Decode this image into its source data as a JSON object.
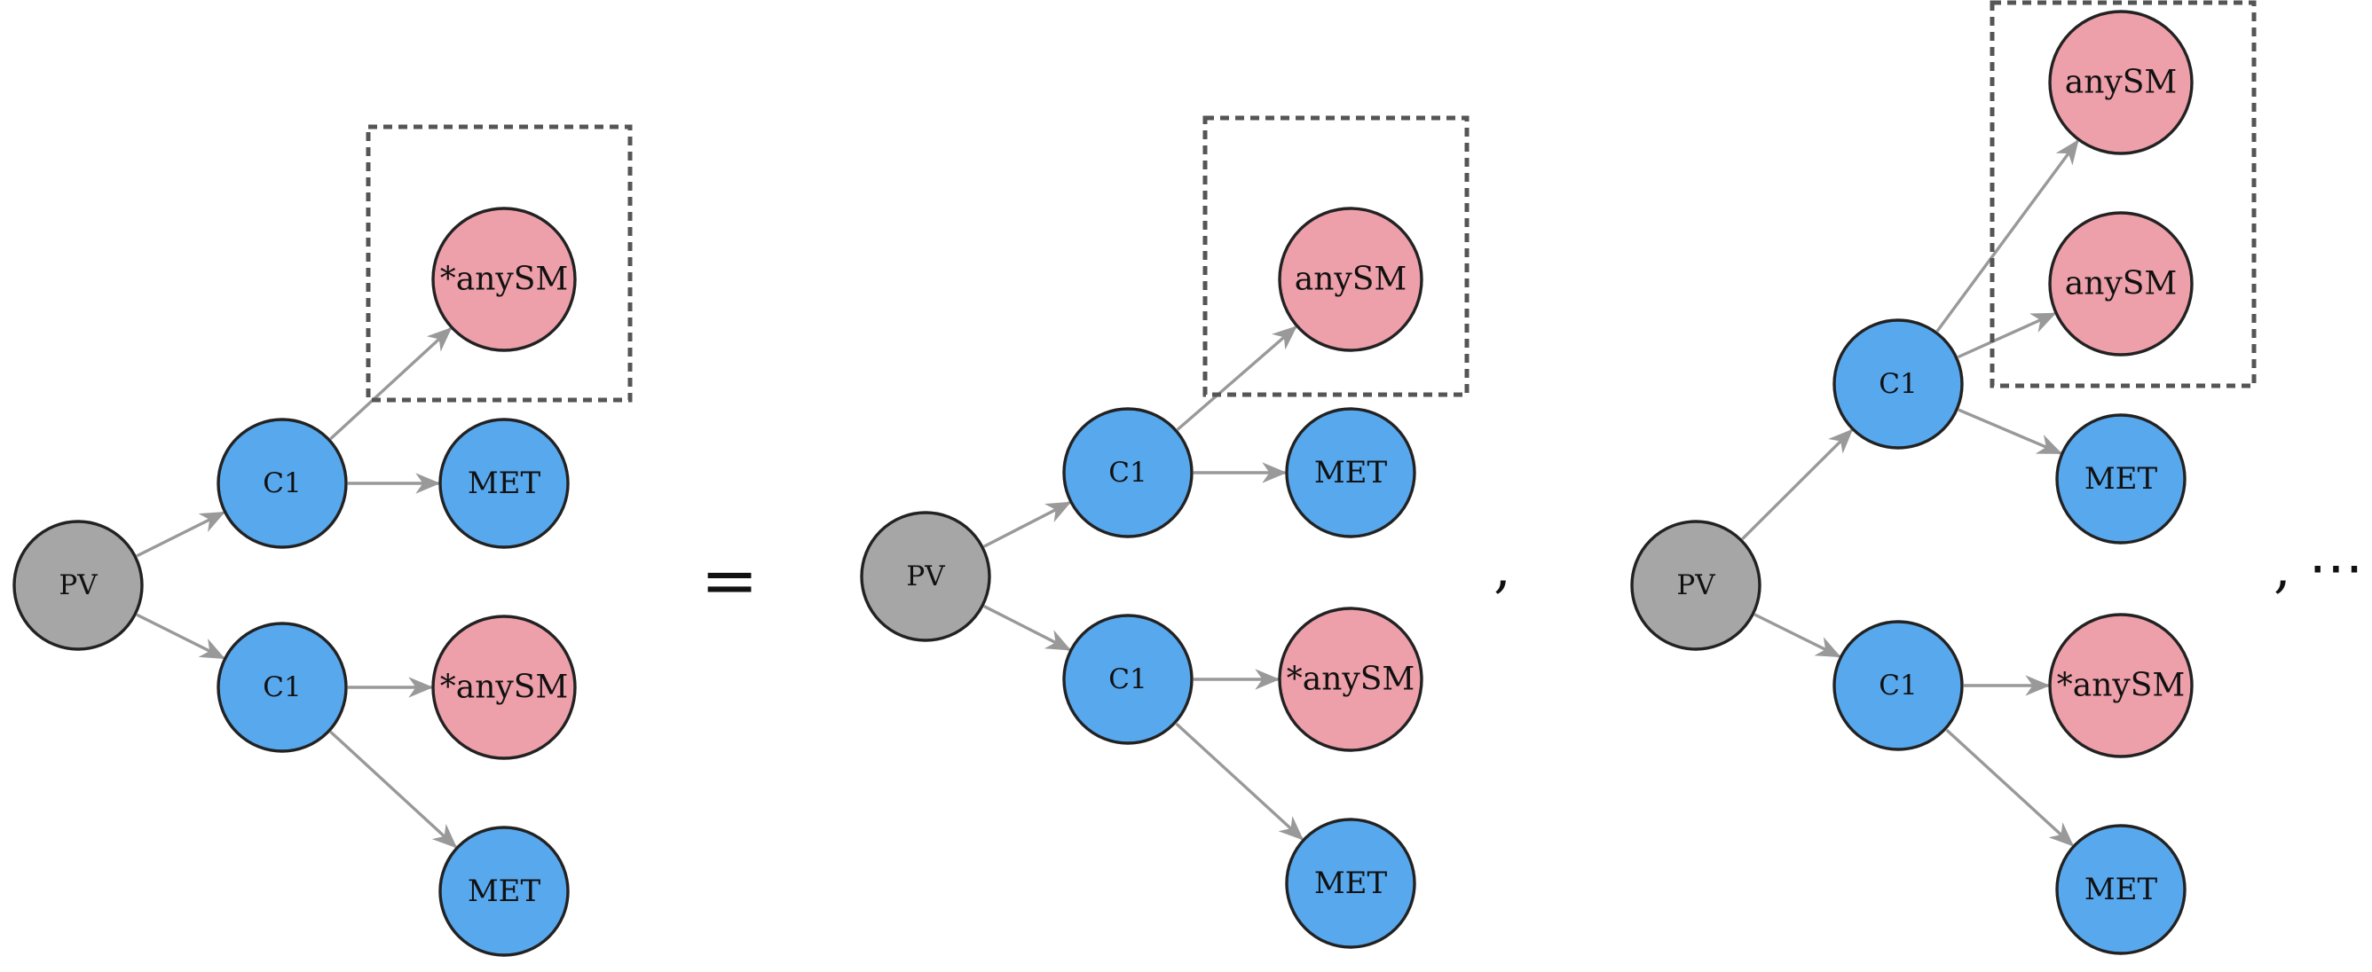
{
  "colors": {
    "pv": "#a6a6a6",
    "c1": "#58a8ee",
    "met": "#58a8ee",
    "anysm": "#eea0aa",
    "edge": "#999999",
    "outline": "#222222"
  },
  "symbols": {
    "equals": "=",
    "comma": ",",
    "comma_ellipsis": ", ⋯"
  },
  "diagrams": [
    {
      "id": "lhs",
      "nodes": [
        {
          "id": "pv",
          "label": "PV",
          "type": "pv"
        },
        {
          "id": "c1a",
          "label": "C1",
          "type": "c1"
        },
        {
          "id": "c1b",
          "label": "C1",
          "type": "c1"
        },
        {
          "id": "sm1",
          "label": "*anySM",
          "type": "anysm"
        },
        {
          "id": "met1",
          "label": "MET",
          "type": "met"
        },
        {
          "id": "sm2",
          "label": "*anySM",
          "type": "anysm"
        },
        {
          "id": "met2",
          "label": "MET",
          "type": "met"
        }
      ],
      "edges": [
        [
          "pv",
          "c1a"
        ],
        [
          "pv",
          "c1b"
        ],
        [
          "c1a",
          "sm1"
        ],
        [
          "c1a",
          "met1"
        ],
        [
          "c1b",
          "sm2"
        ],
        [
          "c1b",
          "met2"
        ]
      ],
      "highlight": [
        "sm1"
      ]
    },
    {
      "id": "rhs1",
      "nodes": [
        {
          "id": "pv",
          "label": "PV",
          "type": "pv"
        },
        {
          "id": "c1a",
          "label": "C1",
          "type": "c1"
        },
        {
          "id": "c1b",
          "label": "C1",
          "type": "c1"
        },
        {
          "id": "sm1",
          "label": "anySM",
          "type": "anysm"
        },
        {
          "id": "met1",
          "label": "MET",
          "type": "met"
        },
        {
          "id": "sm2",
          "label": "*anySM",
          "type": "anysm"
        },
        {
          "id": "met2",
          "label": "MET",
          "type": "met"
        }
      ],
      "edges": [
        [
          "pv",
          "c1a"
        ],
        [
          "pv",
          "c1b"
        ],
        [
          "c1a",
          "sm1"
        ],
        [
          "c1a",
          "met1"
        ],
        [
          "c1b",
          "sm2"
        ],
        [
          "c1b",
          "met2"
        ]
      ],
      "highlight": [
        "sm1"
      ]
    },
    {
      "id": "rhs2",
      "nodes": [
        {
          "id": "pv",
          "label": "PV",
          "type": "pv"
        },
        {
          "id": "c1a",
          "label": "C1",
          "type": "c1"
        },
        {
          "id": "c1b",
          "label": "C1",
          "type": "c1"
        },
        {
          "id": "sm1a",
          "label": "anySM",
          "type": "anysm"
        },
        {
          "id": "sm1b",
          "label": "anySM",
          "type": "anysm"
        },
        {
          "id": "met1",
          "label": "MET",
          "type": "met"
        },
        {
          "id": "sm2",
          "label": "*anySM",
          "type": "anysm"
        },
        {
          "id": "met2",
          "label": "MET",
          "type": "met"
        }
      ],
      "edges": [
        [
          "pv",
          "c1a"
        ],
        [
          "pv",
          "c1b"
        ],
        [
          "c1a",
          "sm1a"
        ],
        [
          "c1a",
          "sm1b"
        ],
        [
          "c1a",
          "met1"
        ],
        [
          "c1b",
          "sm2"
        ],
        [
          "c1b",
          "met2"
        ]
      ],
      "highlight": [
        "sm1a",
        "sm1b"
      ]
    }
  ]
}
